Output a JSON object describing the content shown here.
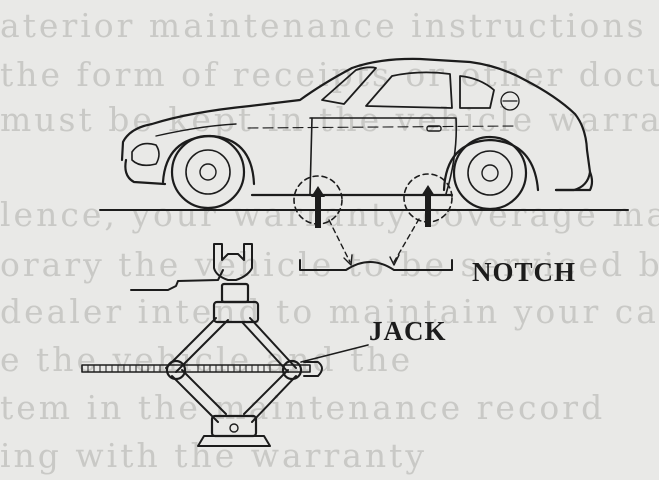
{
  "background_text": [
    "aterior maintenance instructions are the same in the",
    "the form of receipts or other documentation",
    "must be kept in the vehicle warranty",
    "",
    "lence, your warranty coverage may be",
    "orary the vehicle to be serviced by a",
    "dealer intend to maintain your car in a",
    "e the vehicle and the",
    "tem in the maintenance record",
    "ing with the warranty"
  ],
  "labels": {
    "notch": "NOTCH",
    "jack": "JACK"
  },
  "colors": {
    "paper": "#e9e9e7",
    "ink": "#1c1c1c",
    "ghost": "#c9c9c6"
  }
}
